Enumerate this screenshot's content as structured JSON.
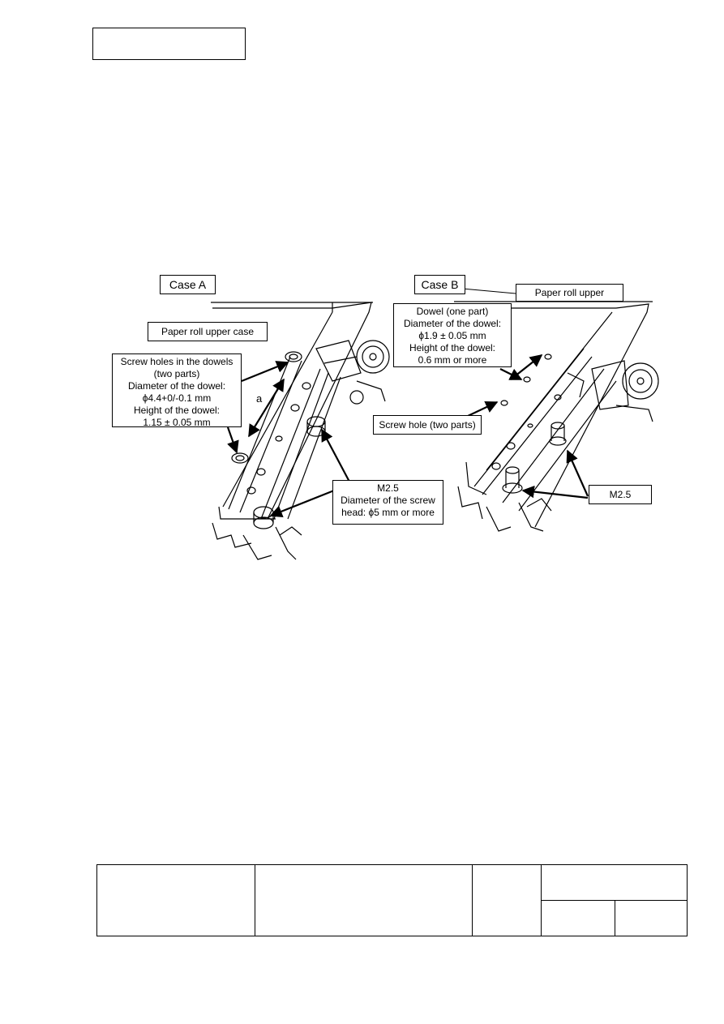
{
  "header": {
    "box_text": ""
  },
  "case_a": {
    "title": "Case A",
    "upper_case_label": "Paper roll upper case",
    "screw_holes": {
      "line1": "Screw holes in the dowels",
      "line2": "(two parts)",
      "line3": "Diameter of the dowel:",
      "line4": "ϕ4.4+0/-0.1 mm",
      "line5": "Height of the dowel:",
      "line6": "1.15 ± 0.05 mm"
    },
    "dimension_letter": "a",
    "screw": {
      "line1": "M2.5",
      "line2": "Diameter of the screw",
      "line3": "head: ϕ5 mm or more"
    }
  },
  "case_b": {
    "title": "Case B",
    "upper_label": "Paper roll upper",
    "dowel": {
      "line1": "Dowel (one part)",
      "line2": "Diameter of the dowel:",
      "line3": "ϕ1.9 ± 0.05 mm",
      "line4": "Height of the dowel:",
      "line5": "0.6 mm or more"
    },
    "screw_hole": "Screw hole (two parts)",
    "screw": "M2.5"
  },
  "title_block": {
    "cells": [
      "",
      "",
      "",
      "",
      "",
      ""
    ]
  }
}
